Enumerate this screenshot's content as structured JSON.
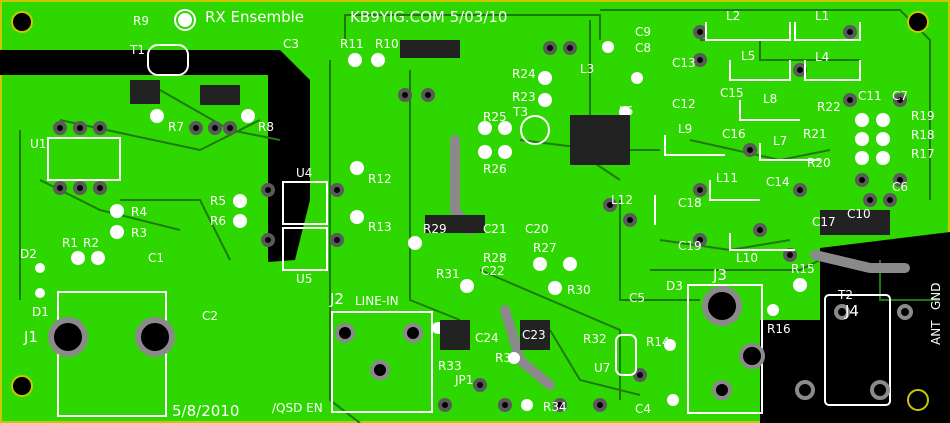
{
  "board": {
    "title": "RX Ensemble",
    "credit": "KB9YIG.COM 5/03/10",
    "date_bottom": "5/8/2010",
    "line_in": "LINE-IN",
    "qsd_en": "/QSD EN",
    "gnd": "GND",
    "ant": "ANT"
  },
  "colors": {
    "board_green": "#2ed700",
    "trace_dark": "#1e7a10",
    "pad_white": "#ffffff",
    "silk": "#ffffff",
    "void_black": "#000000"
  },
  "refs": {
    "R1": "R1",
    "R2": "R2",
    "R3": "R3",
    "R4": "R4",
    "R5": "R5",
    "R6": "R6",
    "R7": "R7",
    "R8": "R8",
    "R9": "R9",
    "R10": "R10",
    "R11": "R11",
    "R12": "R12",
    "R13": "R13",
    "R14": "R14",
    "R15": "R15",
    "R16": "R16",
    "R17": "R17",
    "R18": "R18",
    "R19": "R19",
    "R20": "R20",
    "R21": "R21",
    "R22": "R22",
    "R23": "R23",
    "R24": "R24",
    "R25": "R25",
    "R26": "R26",
    "R27": "R27",
    "R28": "R28",
    "R29": "R29",
    "R30": "R30",
    "R31": "R31",
    "R32": "R32",
    "R33": "R33",
    "R34": "R34",
    "R35": "R35",
    "C1": "C1",
    "C2": "C2",
    "C3": "C3",
    "C4": "C4",
    "C5": "C5",
    "C6": "C6",
    "C7": "C7",
    "C8": "C8",
    "C9": "C9",
    "C10": "C10",
    "C11": "C11",
    "C12": "C12",
    "C13": "C13",
    "C14": "C14",
    "C15": "C15",
    "C16": "C16",
    "C17": "C17",
    "C18": "C18",
    "C19": "C19",
    "C20": "C20",
    "C21": "C21",
    "C22": "C22",
    "C23": "C23",
    "C24": "C24",
    "L1": "L1",
    "L2": "L2",
    "L3": "L3",
    "L4": "L4",
    "L5": "L5",
    "L6": "L6",
    "L7": "L7",
    "L8": "L8",
    "L9": "L9",
    "L10": "L10",
    "L11": "L11",
    "L12": "L12",
    "U1": "U1",
    "U4": "U4",
    "U5": "U5",
    "U7": "U7",
    "T1": "T1",
    "T2": "T2",
    "T3": "T3",
    "J1": "J1",
    "J2": "J2",
    "J3": "J3",
    "J4": "J4",
    "JP1": "JP1",
    "D1": "D1",
    "D2": "D2",
    "D3": "D3"
  }
}
